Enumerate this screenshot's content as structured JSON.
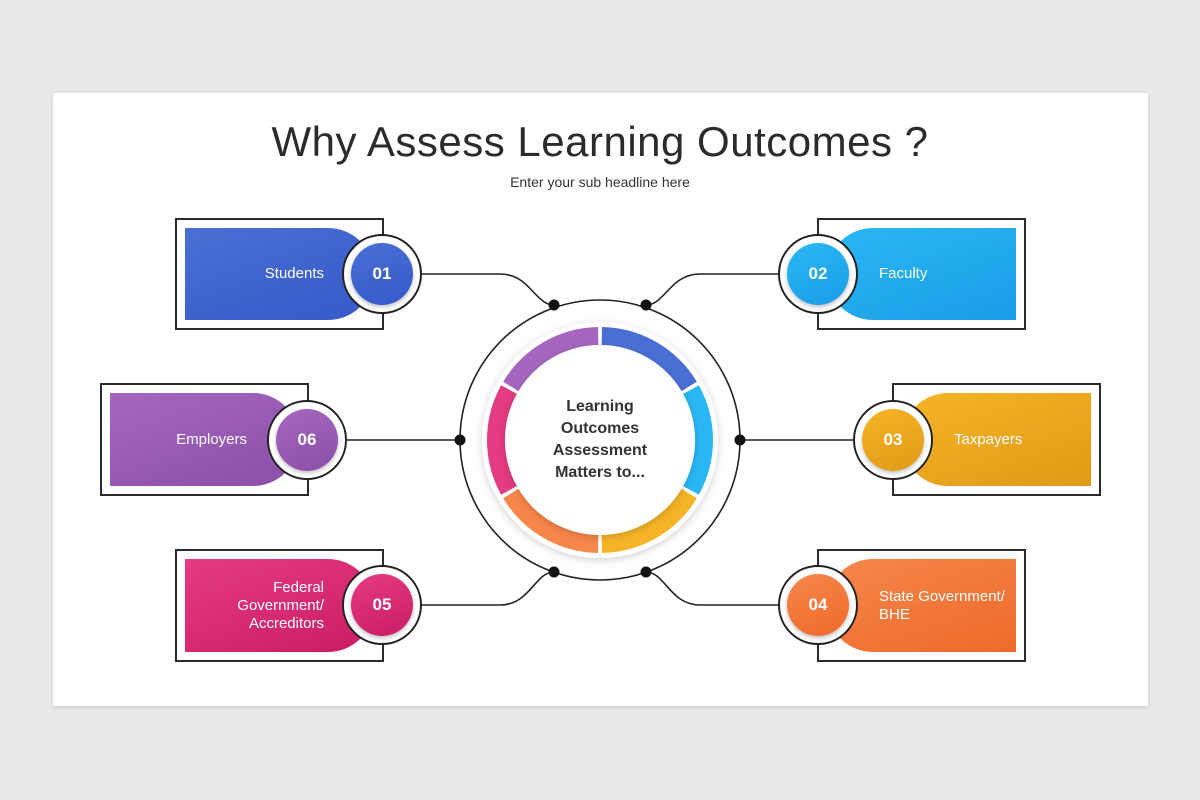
{
  "title": "Why Assess Learning Outcomes ?",
  "subtitle": "Enter your sub headline here",
  "center_text": "Learning Outcomes Assessment Matters to...",
  "items": [
    {
      "number": "01",
      "label": "Students",
      "color_start": "#4a6fd4",
      "color_end": "#3559c7"
    },
    {
      "number": "02",
      "label": "Faculty",
      "color_start": "#2ab7f5",
      "color_end": "#1a9de6"
    },
    {
      "number": "03",
      "label": "Taxpayers",
      "color_start": "#f5b427",
      "color_end": "#e09a16"
    },
    {
      "number": "04",
      "label": "State Government/ BHE",
      "color_start": "#f7864a",
      "color_end": "#ee6a2b"
    },
    {
      "number": "05",
      "label": "Federal Government/ Accreditors",
      "color_start": "#e53b82",
      "color_end": "#c91c63"
    },
    {
      "number": "06",
      "label": "Employers",
      "color_start": "#a666bf",
      "color_end": "#8a4fa8"
    }
  ],
  "ring_colors": [
    "#4a6fd4",
    "#2ab7f5",
    "#f5b427",
    "#f7864a",
    "#e53b82",
    "#a666bf"
  ]
}
